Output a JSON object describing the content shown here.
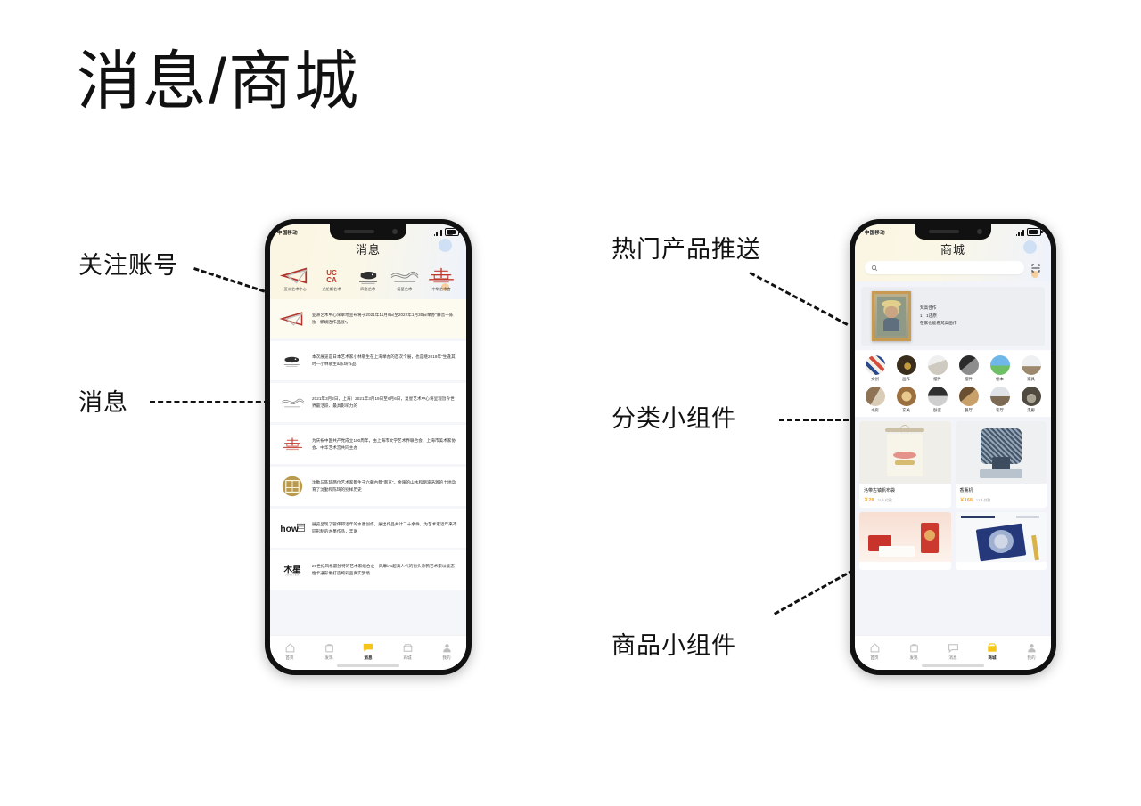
{
  "page": {
    "title": "消息/商城"
  },
  "annotations": [
    {
      "id": "follow-accounts",
      "label": "关注账号"
    },
    {
      "id": "messages",
      "label": "消息"
    },
    {
      "id": "hot-products",
      "label": "热门产品推送"
    },
    {
      "id": "category-widget",
      "label": "分类小组件"
    },
    {
      "id": "product-widget",
      "label": "商品小组件"
    }
  ],
  "status_bar": {
    "carrier": "中国移动",
    "signal_icon": "signal-bars-icon",
    "battery_icon": "battery-icon"
  },
  "messages_screen": {
    "nav_title": "消息",
    "settings_icon": "gear-icon",
    "accounts": [
      {
        "name": "亚洲艺术中心",
        "logo": "triangle-logo"
      },
      {
        "name": "尤伦斯艺术",
        "logo": "ucca-logo"
      },
      {
        "name": "四鱼艺术",
        "logo": "fish-logo"
      },
      {
        "name": "复星艺术",
        "logo": "wave-logo"
      },
      {
        "name": "中华艺术宫",
        "logo": "chinaartmuseum-logo"
      }
    ],
    "list": [
      {
        "logo": "triangle-logo",
        "text": "亚洲艺术中心荣幸地宣布将于2021年11月6日至2022年1月30日举办\"静音—陈浊 · 郭斌连作品展\"。"
      },
      {
        "logo": "fish-logo",
        "text": "本次展览是日本艺术家小林敬生在上海举办的首次个展，也是继2019年\"生逢其时—小林敬生&陈琦作品"
      },
      {
        "logo": "wave-logo",
        "text": "2021年3月2日，上海）2021年3月19日至6月6日，复星艺术中心将呈现旨今世界最活跃、最具影响力的"
      },
      {
        "logo": "chinaartmuseum-logo",
        "text": "为庆祝中国共产党成立100周年，由上海市文学艺术界联合会、上海市美术家协会、中华艺术宫共同主办"
      },
      {
        "logo": "seal-logo",
        "text": "沈勤与陈琦两位艺术家都生于六朝古都\"南京\"。金陵的山水和烟波浩渺的土地孕育了沈勤和陈琦的别样历史"
      },
      {
        "logo": "how-logo",
        "text": "展览呈现了管伟邦近年的水墨创作，展出作品共计二十余件，为艺术家近年来不同形制的水墨作品，丰富"
      },
      {
        "logo": "jupiter-logo",
        "text": "20世纪风格最独特的艺术家组合之一风靡ins超高人气的街头涂鸦艺术家以极态性卡通形象打造绚彩且真实梦境"
      }
    ]
  },
  "shop_screen": {
    "nav_title": "商城",
    "search": {
      "placeholder": "",
      "icon": "search-icon",
      "scan_icon": "scan-code-icon"
    },
    "banner": {
      "image": "van-gogh-self-portrait",
      "lines": [
        "梵高佳作",
        "1：1还原",
        "在家也能看梵高画作"
      ]
    },
    "categories": [
      {
        "label": "文创",
        "icon": "cultural-creative-icon"
      },
      {
        "label": "画作",
        "icon": "painting-icon"
      },
      {
        "label": "摆件",
        "icon": "ornament-icon"
      },
      {
        "label": "摆件",
        "icon": "ornament2-icon"
      },
      {
        "label": "绘本",
        "icon": "picturebook-icon"
      },
      {
        "label": "家具",
        "icon": "furniture-icon"
      },
      {
        "label": "书房",
        "icon": "study-icon"
      },
      {
        "label": "玄关",
        "icon": "entryway-icon"
      },
      {
        "label": "卧室",
        "icon": "bedroom-icon"
      },
      {
        "label": "餐厅",
        "icon": "dining-icon"
      },
      {
        "label": "客厅",
        "icon": "livingroom-icon"
      },
      {
        "label": "走廊",
        "icon": "corridor-icon"
      }
    ],
    "products": [
      {
        "title": "洛带古镇帆布袋",
        "price": "￥28",
        "sold": "21人付款",
        "image": "canvas-tote-bag"
      },
      {
        "title": "香薰机",
        "price": "￥168",
        "sold": "12人付款",
        "image": "aroma-diffuser"
      },
      {
        "title": "",
        "price": "",
        "sold": "",
        "image": "red-gift-box-set"
      },
      {
        "title": "",
        "price": "",
        "sold": "",
        "image": "blue-floral-notebook"
      }
    ]
  },
  "tabbar": {
    "items": [
      {
        "label": "首页",
        "icon": "home-icon",
        "active": false
      },
      {
        "label": "发现",
        "icon": "compass-icon",
        "active": false
      },
      {
        "label": "消息",
        "icon": "chat-icon",
        "active": true
      },
      {
        "label": "商城",
        "icon": "shop-icon",
        "active": false
      },
      {
        "label": "我的",
        "icon": "user-icon",
        "active": false
      }
    ],
    "accent_color": "#f5c518"
  },
  "tabbar_shop": {
    "items": [
      {
        "label": "首页",
        "icon": "home-icon",
        "active": false
      },
      {
        "label": "发现",
        "icon": "compass-icon",
        "active": false
      },
      {
        "label": "消息",
        "icon": "chat-icon",
        "active": false
      },
      {
        "label": "商城",
        "icon": "shop-icon",
        "active": true
      },
      {
        "label": "我的",
        "icon": "user-icon",
        "active": false
      }
    ]
  }
}
